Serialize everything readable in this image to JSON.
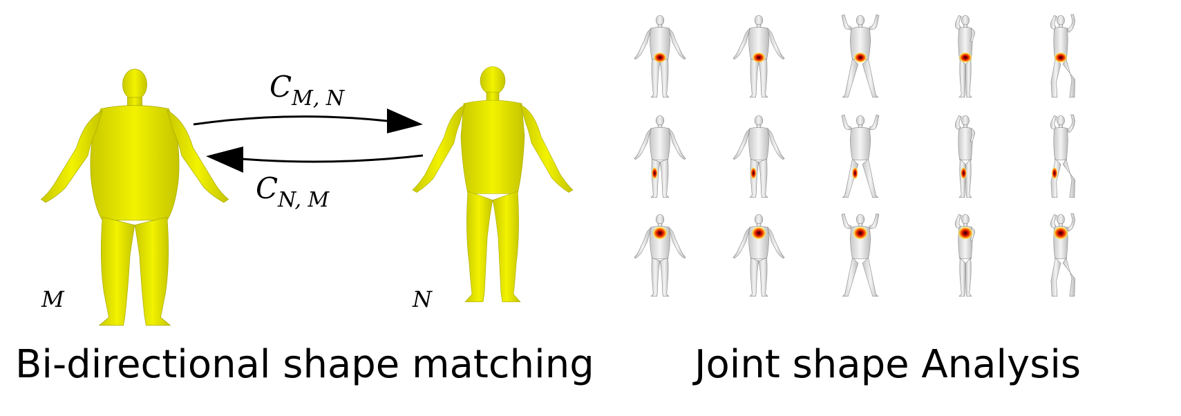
{
  "figure": {
    "left_panel": {
      "caption": "Bi-directional shape matching",
      "source_label": "M",
      "target_label": "N",
      "map_forward": {
        "base": "C",
        "subscript": "M, N"
      },
      "map_backward": {
        "base": "C",
        "subscript": "N, M"
      },
      "shape_color": "#e6e600"
    },
    "right_panel": {
      "caption": "Joint shape Analysis",
      "rows": 3,
      "columns": 5,
      "heat_regions": [
        "pelvis",
        "knee",
        "chest"
      ],
      "shape_color": "#e6e6e6",
      "heat_colors": [
        "#ffff66",
        "#ff6600",
        "#cc0000",
        "#330000"
      ]
    }
  }
}
